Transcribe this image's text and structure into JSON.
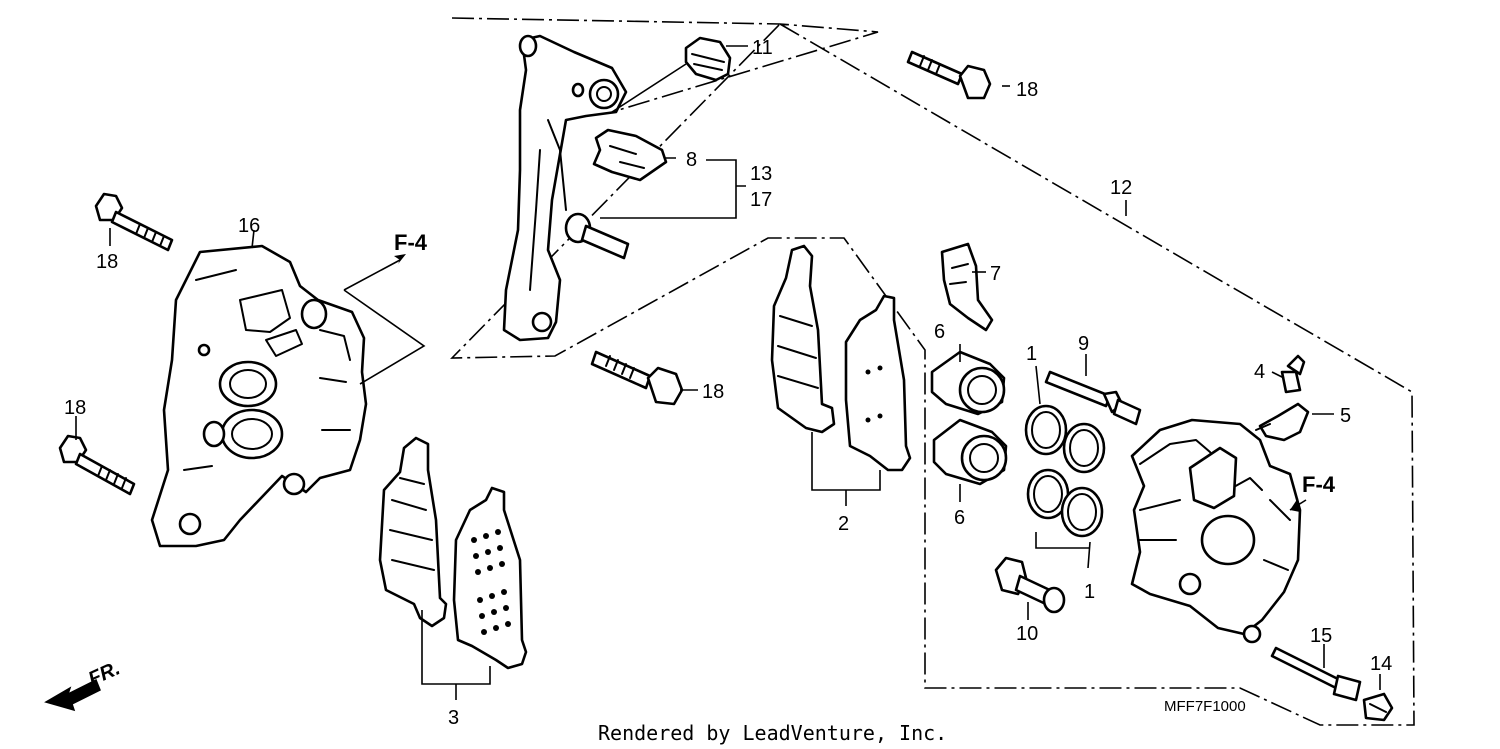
{
  "callouts": {
    "c1a": "1",
    "c1b": "1",
    "c2": "2",
    "c3": "3",
    "c4": "4",
    "c5": "5",
    "c6a": "6",
    "c6b": "6",
    "c7": "7",
    "c8": "8",
    "c9": "9",
    "c10": "10",
    "c11": "11",
    "c12": "12",
    "c13": "13",
    "c14": "14",
    "c15": "15",
    "c16": "16",
    "c17": "17",
    "c18a": "18",
    "c18b": "18",
    "c18c": "18",
    "c18d": "18"
  },
  "refs": {
    "f4_left": "F-4",
    "f4_right": "F-4"
  },
  "direction_label": "FR.",
  "diagram_code": "MFF7F1000",
  "credit": "Rendered by LeadVenture, Inc."
}
